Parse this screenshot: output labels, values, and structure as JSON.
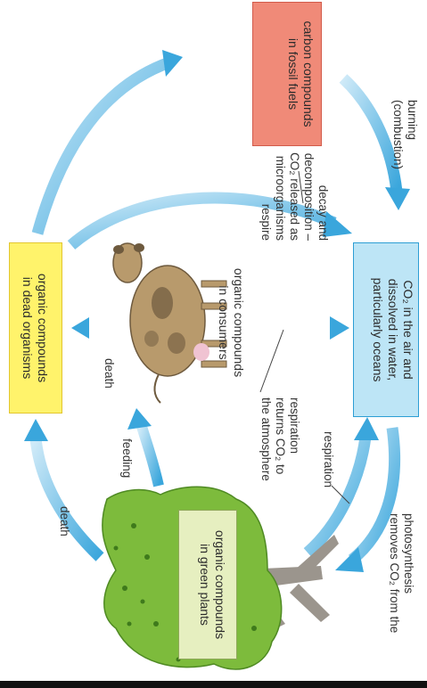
{
  "colors": {
    "arrow": "#3aa6dc",
    "arrow_light": "#cfeaf8",
    "fossil_fill": "#f08a78",
    "fossil_border": "#d25b4b",
    "dead_fill": "#fff36b",
    "dead_border": "#e2c62f",
    "co2_fill": "#bde5f6",
    "co2_border": "#2d9ed4",
    "plants_fill": "#e6efc0",
    "plants_border": "#8fa85a",
    "tree_green": "#7dbb3c",
    "trunk": "#9b958d",
    "cow": "#b89a6c"
  },
  "boxes": {
    "fossil": "carbon compounds\nin fossil fuels",
    "dead": "organic compounds\nin dead organisms",
    "co2": "CO₂ in the air and\ndissolved in water,\nparticularly oceans",
    "plants": "organic compounds\nin green plants",
    "consumers": "organic compounds\nin consumers"
  },
  "labels": {
    "decay": "decay and\ndecomposition –\nCO₂ released as\nmicroorganisms\nrespire",
    "burning": "burning\n(combustion)",
    "death_top": "death",
    "death_left": "death",
    "feeding": "feeding",
    "respiration_consumers": "respiration\nreturns CO₂ to\nthe atmosphere",
    "respiration_plants": "respiration",
    "photosynthesis": "photosynthesis\nremoves CO₂ from the"
  },
  "icons": {
    "tree": "tree-icon",
    "cow": "cow-icon"
  }
}
